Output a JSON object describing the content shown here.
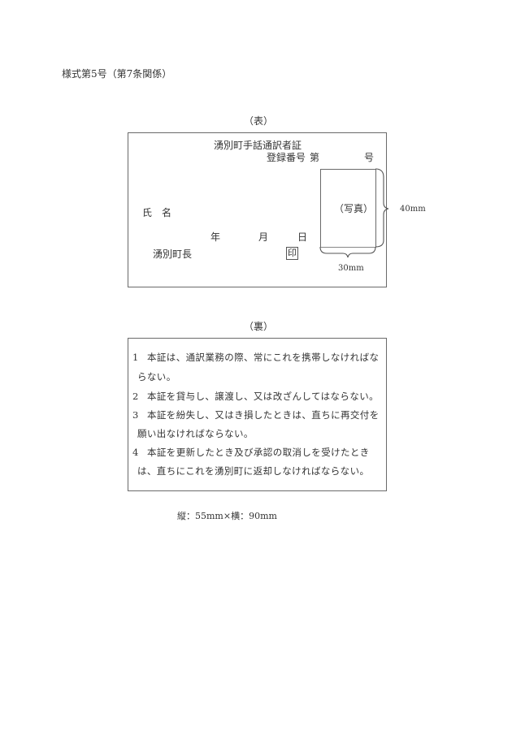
{
  "form_label": "様式第5号（第7条関係）",
  "front": {
    "heading": "（表）",
    "title": "湧別町手話通訳者証",
    "registration_label": "登録番号",
    "registration_prefix": "第",
    "registration_suffix": "号",
    "name_label": "氏　名",
    "date_year": "年",
    "date_month": "月",
    "date_day": "日",
    "issuer": "湧別町長",
    "seal": "印",
    "photo_label": "（写真）",
    "photo_height": "40mm",
    "photo_width": "30mm"
  },
  "back": {
    "heading": "（裏）",
    "rules": [
      {
        "number": "1",
        "line1": "本証は、通訳業務の際、常にこれを携帯しなければな",
        "line2": "らない。"
      },
      {
        "number": "2",
        "line1": "本証を貸与し、譲渡し、又は改ざんしてはならない。",
        "line2": ""
      },
      {
        "number": "3",
        "line1": "本証を紛失し、又はき損したときは、直ちに再交付を",
        "line2": "願い出なければならない。"
      },
      {
        "number": "4",
        "line1": "本証を更新したとき及び承認の取消しを受けたとき",
        "line2": "は、直ちにこれを湧別町に返却しなければならない。"
      }
    ]
  },
  "size_note": "縦：55mm×横：90mm"
}
